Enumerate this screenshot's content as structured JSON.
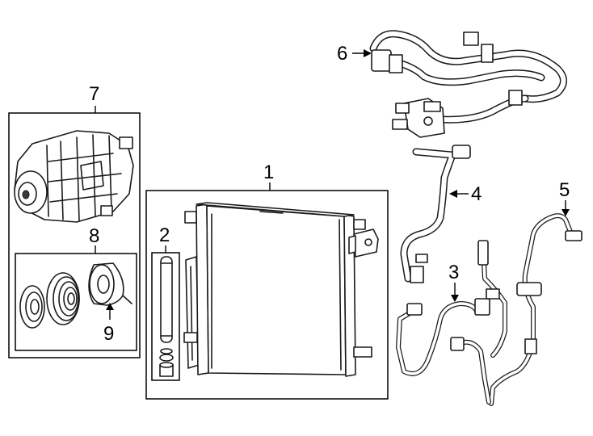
{
  "callouts": {
    "c1": "1",
    "c2": "2",
    "c3": "3",
    "c4": "4",
    "c5": "5",
    "c6": "6",
    "c7": "7",
    "c8": "8",
    "c9": "9"
  },
  "colors": {
    "line": "#1a1a1a",
    "background": "#ffffff"
  }
}
